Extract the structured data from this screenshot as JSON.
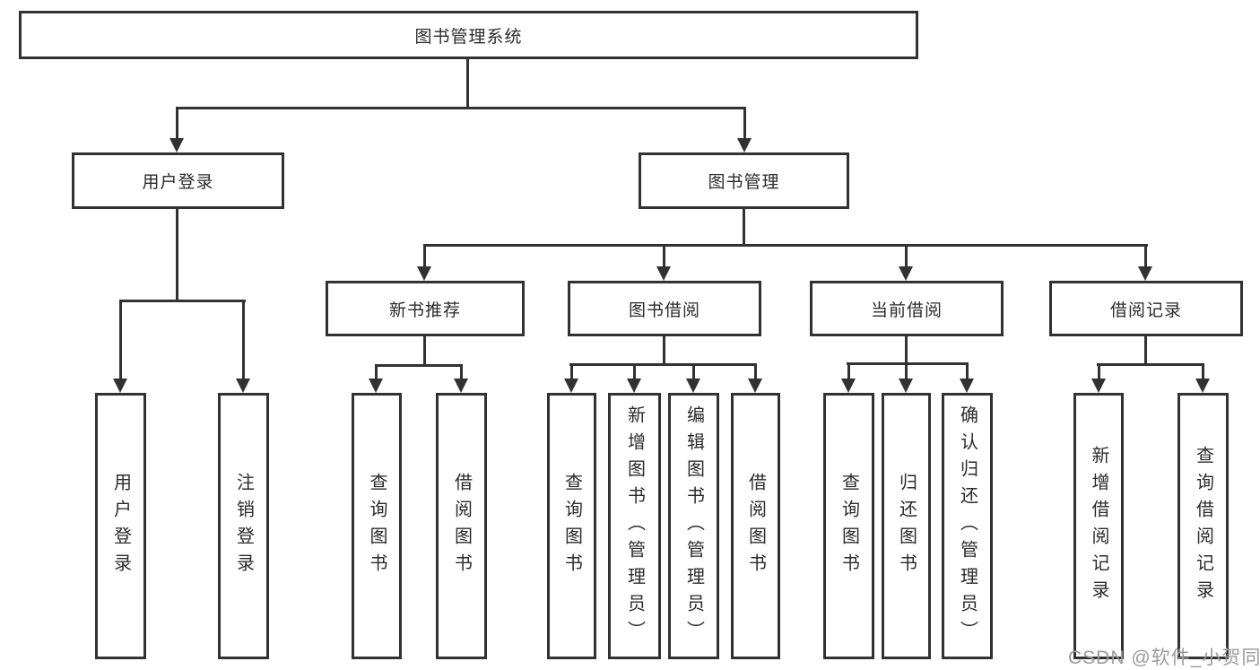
{
  "colors": {
    "line": "#323232",
    "border": "#323232",
    "text": "#2b2b2b",
    "box_fill": "#ffffff",
    "watermark": "#9b9b9b",
    "background": "#ffffff"
  },
  "watermark": {
    "text": "CSDN @软件_小贺同学"
  },
  "tree": {
    "root": {
      "label": "图书管理系统"
    },
    "children": [
      {
        "label": "用户登录",
        "children": [
          {
            "label": "用户登录"
          },
          {
            "label": "注销登录"
          }
        ]
      },
      {
        "label": "图书管理",
        "children": [
          {
            "label": "新书推荐",
            "children": [
              {
                "label": "查询图书"
              },
              {
                "label": "借阅图书"
              }
            ]
          },
          {
            "label": "图书借阅",
            "children": [
              {
                "label": "查询图书"
              },
              {
                "label": "新增图书（管理员）"
              },
              {
                "label": "编辑图书（管理员）"
              },
              {
                "label": "借阅图书"
              }
            ]
          },
          {
            "label": "当前借阅",
            "children": [
              {
                "label": "查询图书"
              },
              {
                "label": "归还图书"
              },
              {
                "label": "确认归还（管理员）"
              }
            ]
          },
          {
            "label": "借阅记录",
            "children": [
              {
                "label": "新增借阅记录"
              },
              {
                "label": "查询借阅记录"
              }
            ]
          }
        ]
      }
    ]
  }
}
